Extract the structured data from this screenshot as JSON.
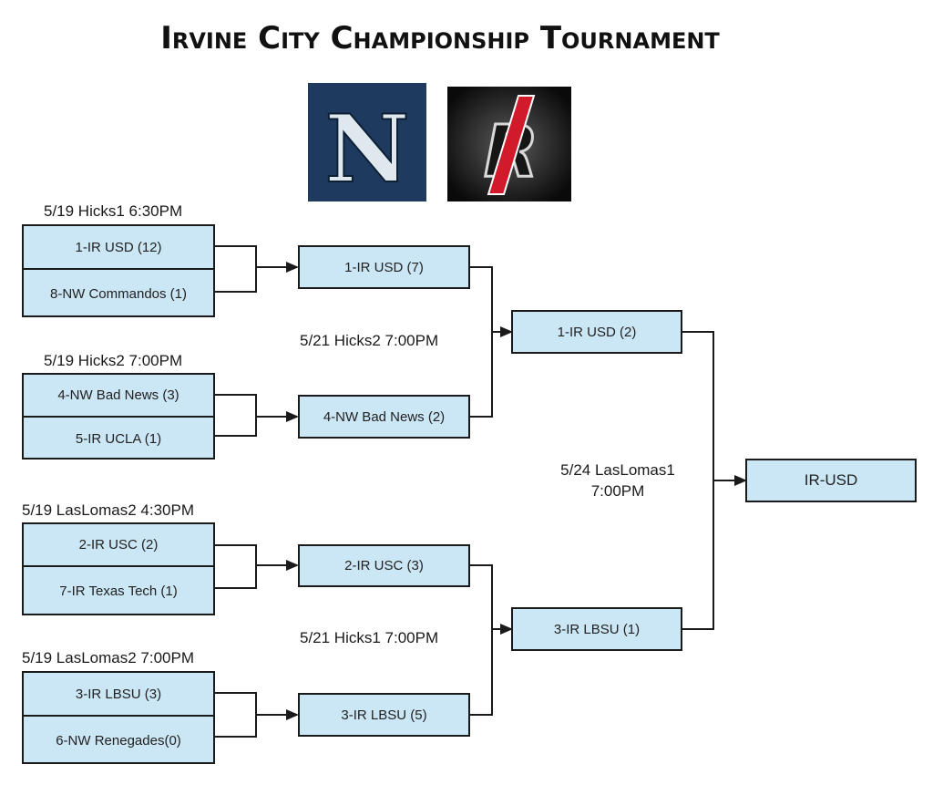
{
  "title": "Irvine City Championship Tournament",
  "logos": [
    {
      "name": "northwood-logo",
      "letter": "N",
      "bg": "#1e3a5f"
    },
    {
      "name": "irvine-logo",
      "letter": "IR",
      "bg": "#111111"
    }
  ],
  "round1": [
    {
      "label": "5/19 Hicks1 6:30PM",
      "top": "1-IR USD (12)",
      "bottom": "8-NW Commandos (1)"
    },
    {
      "label": "5/19 Hicks2 7:00PM",
      "top": "4-NW Bad News (3)",
      "bottom": "5-IR UCLA (1)"
    },
    {
      "label": "5/19 LasLomas2 4:30PM",
      "top": "2-IR USC (2)",
      "bottom": "7-IR Texas Tech (1)"
    },
    {
      "label": "5/19 LasLomas2 7:00PM",
      "top": "3-IR LBSU (3)",
      "bottom": "6-NW Renegades(0)"
    }
  ],
  "round2": [
    {
      "team": "1-IR USD (7)"
    },
    {
      "team": "4-NW Bad News (2)"
    },
    {
      "team": "2-IR USC (3)"
    },
    {
      "team": "3-IR LBSU (5)"
    }
  ],
  "round2_labels": [
    "5/21 Hicks2 7:00PM",
    "5/21 Hicks1 7:00PM"
  ],
  "semis": [
    {
      "team": "1-IR USD (2)"
    },
    {
      "team": "3-IR LBSU (1)"
    }
  ],
  "final_label_line1": "5/24 LasLomas1",
  "final_label_line2": "7:00PM",
  "champion": "IR-USD",
  "colors": {
    "box": "#cbe6f4",
    "line": "#1a1a1a"
  }
}
